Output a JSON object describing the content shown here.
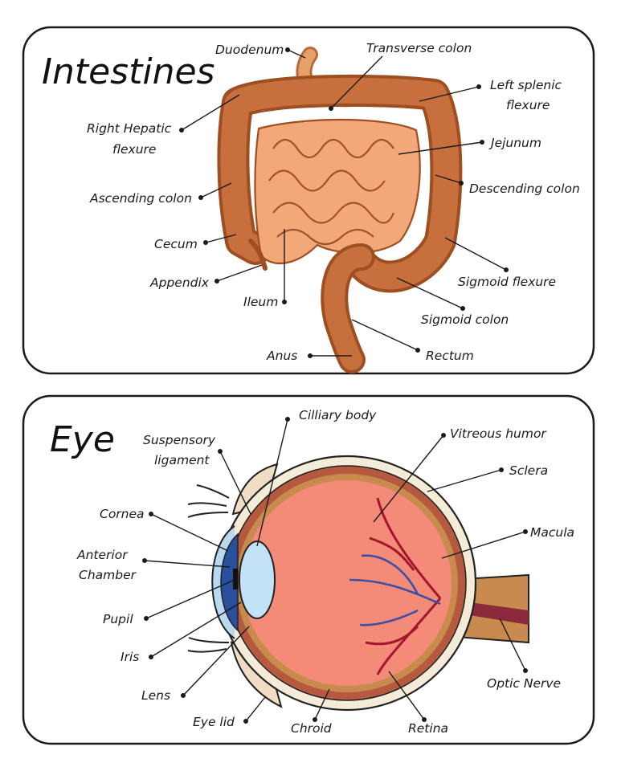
{
  "intestines": {
    "title": "Intestines",
    "labels": {
      "duodenum": "Duodenum",
      "transverse_colon": "Transverse colon",
      "left_splenic_1": "Left splenic",
      "left_splenic_2": "flexure",
      "right_hepatic_1": "Right Hepatic",
      "right_hepatic_2": "flexure",
      "jejunum": "Jejunum",
      "ascending_colon": "Ascending colon",
      "descending_colon": "Descending colon",
      "cecum": "Cecum",
      "appendix": "Appendix",
      "ileum": "Ileum",
      "sigmoid_flexure": "Sigmoid flexure",
      "sigmoid_colon": "Sigmoid colon",
      "anus": "Anus",
      "rectum": "Rectum"
    }
  },
  "eye": {
    "title": "Eye",
    "labels": {
      "suspensory_1": "Suspensory",
      "suspensory_2": "ligament",
      "ciliary_body": "Cilliary body",
      "vitreous_humor": "Vitreous humor",
      "sclera": "Sclera",
      "cornea": "Cornea",
      "macula": "Macula",
      "anterior_1": "Anterior",
      "anterior_2": "Chamber",
      "pupil": "Pupil",
      "iris": "Iris",
      "optic_nerve": "Optic Nerve",
      "lens": "Lens",
      "eye_lid": "Eye lid",
      "chroid": "Chroid",
      "retina": "Retina"
    }
  }
}
